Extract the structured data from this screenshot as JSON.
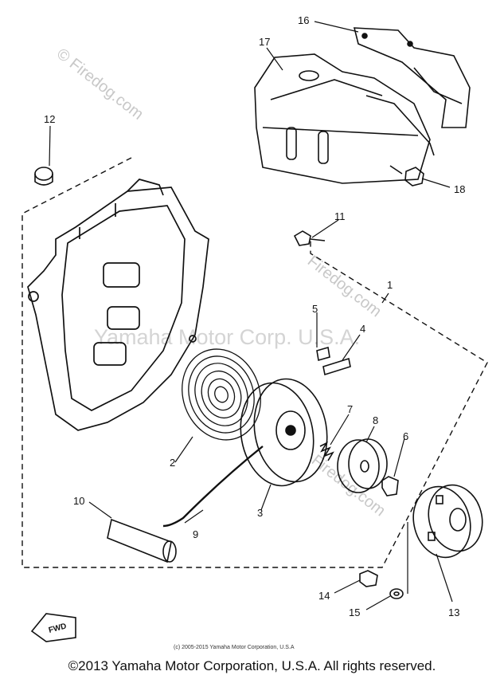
{
  "callouts": {
    "c1": "1",
    "c2": "2",
    "c3": "3",
    "c4": "4",
    "c5": "5",
    "c6": "6",
    "c7": "7",
    "c8": "8",
    "c9": "9",
    "c10": "10",
    "c11": "11",
    "c12": "12",
    "c13": "13",
    "c14": "14",
    "c15": "15",
    "c16": "16",
    "c17": "17",
    "c18": "18"
  },
  "watermarks": {
    "firedog_text": "© Firedog.com",
    "firedog_repeat": "Firedog.com",
    "yamaha_overlay": "Yamaha Motor Corp. U.S.A."
  },
  "fwd_label": "FWD",
  "small_copyright": "(c) 2005-2015 Yamaha Motor Corporation, U.S.A",
  "footer_copyright": "©2013 Yamaha Motor Corporation, U.S.A. All rights reserved."
}
